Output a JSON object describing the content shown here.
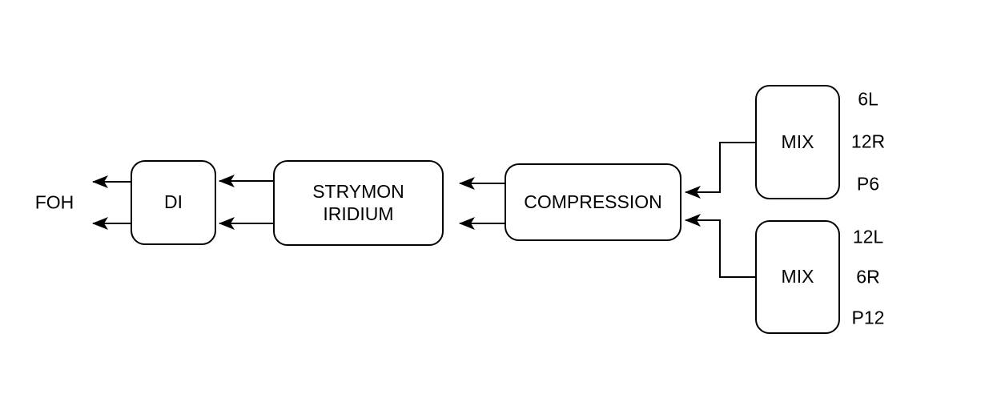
{
  "colors": {
    "background": "#ffffff",
    "node_fill": "#ffffff",
    "stroke": "#000000",
    "text": "#000000"
  },
  "diagram": {
    "nodes": {
      "foh": {
        "label": "FOH"
      },
      "di": {
        "label": "DI"
      },
      "strymon_iridium": {
        "label": "STRYMON\nIRIDIUM"
      },
      "compression": {
        "label": "COMPRESSION"
      },
      "mix_top": {
        "label": "MIX"
      },
      "mix_bottom": {
        "label": "MIX"
      }
    },
    "port_labels": {
      "mix_top": [
        "6L",
        "12R",
        "P6"
      ],
      "mix_bottom": [
        "12L",
        "6R",
        "P12"
      ]
    },
    "edges": [
      {
        "from": "mix_top",
        "to": "compression",
        "lines": 1
      },
      {
        "from": "mix_bottom",
        "to": "compression",
        "lines": 1
      },
      {
        "from": "compression",
        "to": "strymon_iridium",
        "lines": 2
      },
      {
        "from": "strymon_iridium",
        "to": "di",
        "lines": 2
      },
      {
        "from": "di",
        "to": "foh",
        "lines": 2
      }
    ]
  }
}
